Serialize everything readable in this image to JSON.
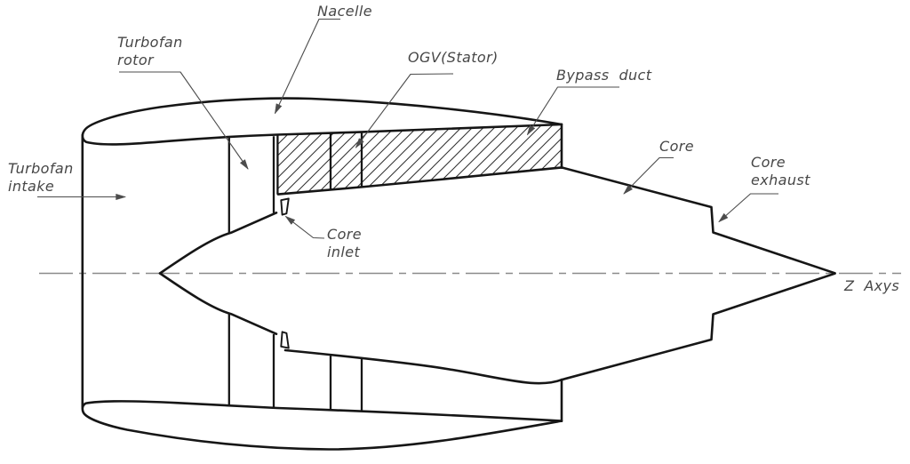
{
  "colors": {
    "background": "#ffffff",
    "outline": "#161616",
    "leader": "#4c4c4c",
    "hatch": "#2e2e2e",
    "centerline": "#8a8a8a",
    "text": "#474747"
  },
  "labels": {
    "nacelle": "Nacelle",
    "turbofan_rotor": "Turbofan\nrotor",
    "ogv_stator": "OGV(Stator)",
    "bypass_duct": "Bypass  duct",
    "core": "Core",
    "core_exhaust": "Core\nexhaust",
    "turbofan_intake": "Turbofan\nintake",
    "core_inlet": "Core\ninlet",
    "z_axis": "Z  Axys"
  }
}
